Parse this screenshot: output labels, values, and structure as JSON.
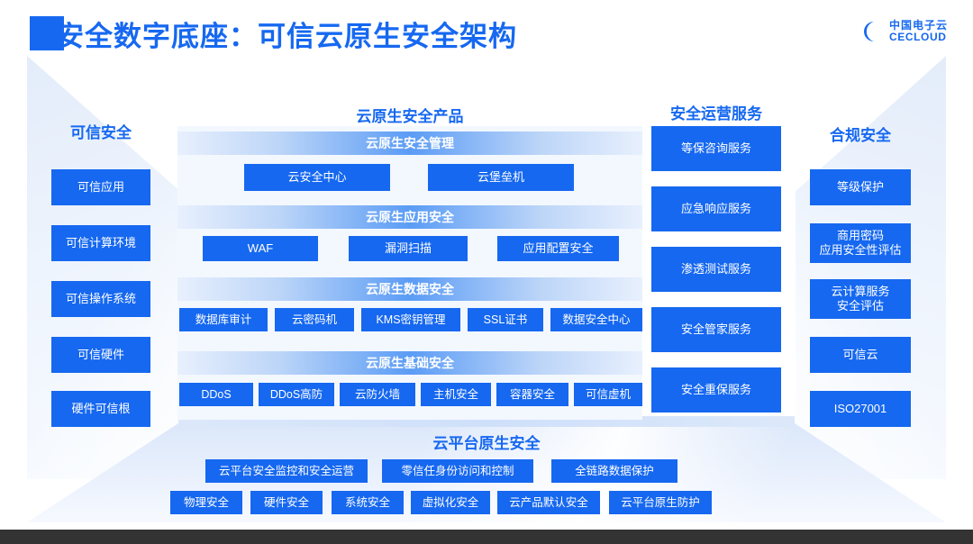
{
  "header": {
    "title": "安全数字底座：可信云原生安全架构",
    "logo_cn": "中国电子云",
    "logo_en": "CECLOUD",
    "accent_color": "#1668f0"
  },
  "columns": {
    "left": {
      "title": "可信安全",
      "items": [
        {
          "label": "可信应用"
        },
        {
          "label": "可信计算环境"
        },
        {
          "label": "可信操作系统"
        },
        {
          "label": "可信硬件"
        },
        {
          "label": "硬件可信根"
        }
      ]
    },
    "center": {
      "title": "云原生安全产品",
      "sections": [
        {
          "band": "云原生安全管理",
          "items": [
            {
              "label": "云安全中心"
            },
            {
              "label": "云堡垒机"
            }
          ]
        },
        {
          "band": "云原生应用安全",
          "items": [
            {
              "label": "WAF"
            },
            {
              "label": "漏洞扫描"
            },
            {
              "label": "应用配置安全"
            }
          ]
        },
        {
          "band": "云原生数据安全",
          "items": [
            {
              "label": "数据库审计"
            },
            {
              "label": "云密码机"
            },
            {
              "label": "KMS密钥管理"
            },
            {
              "label": "SSL证书"
            },
            {
              "label": "数据安全中心"
            }
          ]
        },
        {
          "band": "云原生基础安全",
          "items": [
            {
              "label": "DDoS"
            },
            {
              "label": "DDoS高防"
            },
            {
              "label": "云防火墙"
            },
            {
              "label": "主机安全"
            },
            {
              "label": "容器安全"
            },
            {
              "label": "可信虚机"
            }
          ]
        }
      ]
    },
    "ops": {
      "title": "安全运营服务",
      "items": [
        {
          "label": "等保咨询服务"
        },
        {
          "label": "应急响应服务"
        },
        {
          "label": "渗透测试服务"
        },
        {
          "label": "安全管家服务"
        },
        {
          "label": "安全重保服务"
        }
      ]
    },
    "right": {
      "title": "合规安全",
      "items": [
        {
          "label": "等级保护"
        },
        {
          "line1": "商用密码",
          "line2": "应用安全性评估"
        },
        {
          "line1": "云计算服务",
          "line2": "安全评估"
        },
        {
          "label": "可信云"
        },
        {
          "label": "ISO27001"
        }
      ]
    }
  },
  "bottom": {
    "title": "云平台原生安全",
    "row1": [
      {
        "label": "云平台安全监控和安全运营"
      },
      {
        "label": "零信任身份访问和控制"
      },
      {
        "label": "全链路数据保护"
      }
    ],
    "row2": [
      {
        "label": "物理安全"
      },
      {
        "label": "硬件安全"
      },
      {
        "label": "系统安全"
      },
      {
        "label": "虚拟化安全"
      },
      {
        "label": "云产品默认安全"
      },
      {
        "label": "云平台原生防护"
      }
    ]
  }
}
